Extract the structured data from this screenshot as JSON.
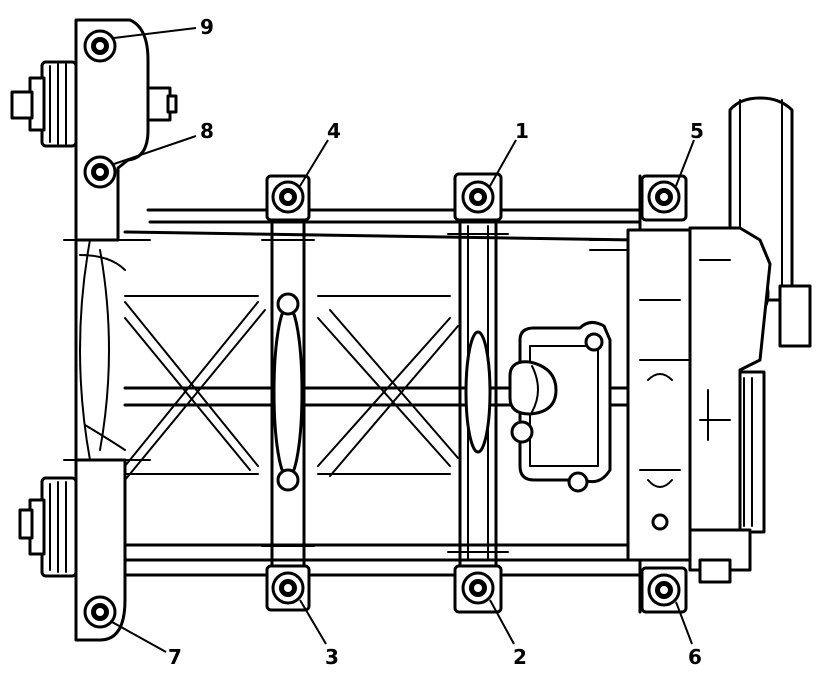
{
  "bolts": [
    {
      "label": "1"
    },
    {
      "label": "2"
    },
    {
      "label": "3"
    },
    {
      "label": "4"
    },
    {
      "label": "5"
    },
    {
      "label": "6"
    },
    {
      "label": "7"
    },
    {
      "label": "8"
    },
    {
      "label": "9"
    }
  ],
  "colors": {
    "line": "#000000",
    "background": "#ffffff"
  }
}
